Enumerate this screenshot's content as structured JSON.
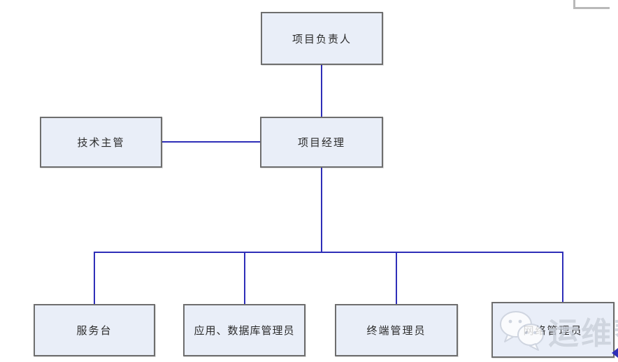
{
  "diagram": {
    "type": "org-chart",
    "nodes": [
      {
        "id": "project-leader",
        "label": "项目负责人"
      },
      {
        "id": "tech-supervisor",
        "label": "技术主管"
      },
      {
        "id": "project-manager",
        "label": "项目经理"
      },
      {
        "id": "service-desk",
        "label": "服务台"
      },
      {
        "id": "app-db-admin",
        "label": "应用、数据库管理员"
      },
      {
        "id": "terminal-admin",
        "label": "终端管理员"
      },
      {
        "id": "network-admin",
        "label": "网络管理员"
      }
    ],
    "edges": [
      {
        "from": "project-leader",
        "to": "project-manager"
      },
      {
        "from": "tech-supervisor",
        "to": "project-manager"
      },
      {
        "from": "project-manager",
        "to": "service-desk"
      },
      {
        "from": "project-manager",
        "to": "app-db-admin"
      },
      {
        "from": "project-manager",
        "to": "terminal-admin"
      },
      {
        "from": "project-manager",
        "to": "network-admin"
      }
    ],
    "colors": {
      "node_fill": "#e9eef8",
      "node_border": "#6e6e6e",
      "connector": "#2e2eb8",
      "text": "#2b2b2b"
    }
  },
  "watermark": {
    "text": "运维帮",
    "icon": "wechat-icon",
    "color": "#c9cfda"
  }
}
